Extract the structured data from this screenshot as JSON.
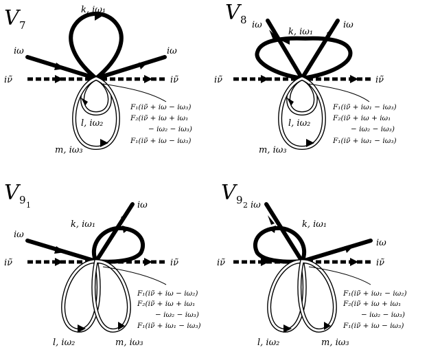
{
  "panels": [
    {
      "id": "V7",
      "title_letter": "V",
      "title_sub": "7",
      "labels": {
        "k": "k, iω₁",
        "in_left": "iω",
        "in_right": "iω",
        "nu_left": "iν̃",
        "nu_right": "iν̃",
        "l": "l, iω₂",
        "m": "m, iω₃"
      },
      "f_lines": [
        "F₁(iν̃ + iω − iω₃)",
        "F₂(iν̃ + iω + iω₁",
        "− iω₂ − iω₃)",
        "F₁(iν̃ + iω − iω₃)"
      ]
    },
    {
      "id": "V8",
      "title_letter": "V",
      "title_sub": "8",
      "labels": {
        "k": "k, iω₁",
        "in_left": "iω",
        "in_right": "iω",
        "nu_left": "iν̃",
        "nu_right": "iν̃",
        "l": "l, iω₂",
        "m": "m, iω₃"
      },
      "f_lines": [
        "F₁(iν̃ + iω₁ − iω₃)",
        "F₂(iν̃ + iω + iω₁",
        "− iω₂ − iω₃)",
        "F₁(iν̃ + iω₁ − iω₃)"
      ]
    },
    {
      "id": "V91",
      "title_letter": "V",
      "title_sub": "9",
      "title_subsub": "1",
      "labels": {
        "k": "k, iω₁",
        "in_left": "iω",
        "in_right": "iω",
        "nu_left": "iν̃",
        "nu_right": "iν̃",
        "l": "l, iω₂",
        "m": "m, iω₃"
      },
      "f_lines": [
        "F₁(iν̃ + iω − iω₂)",
        "F₂(iν̃ + iω + iω₁",
        "− iω₂ − iω₃)",
        "F₁(iν̃ + iω₁ − iω₃)"
      ]
    },
    {
      "id": "V92",
      "title_letter": "V",
      "title_sub": "9",
      "title_subsub": "2",
      "labels": {
        "k": "k, iω₁",
        "in_left": "iω",
        "in_right": "iω",
        "nu_left": "iν̃",
        "nu_right": "iν̃",
        "l": "l, iω₂",
        "m": "m, iω₃"
      },
      "f_lines": [
        "F₁(iν̃ + iω₁ − iω₂)",
        "F₂(iν̃ + iω + iω₁",
        "− iω₂ − iω₃)",
        "F₁(iν̃ + iω − iω₃)"
      ]
    }
  ]
}
